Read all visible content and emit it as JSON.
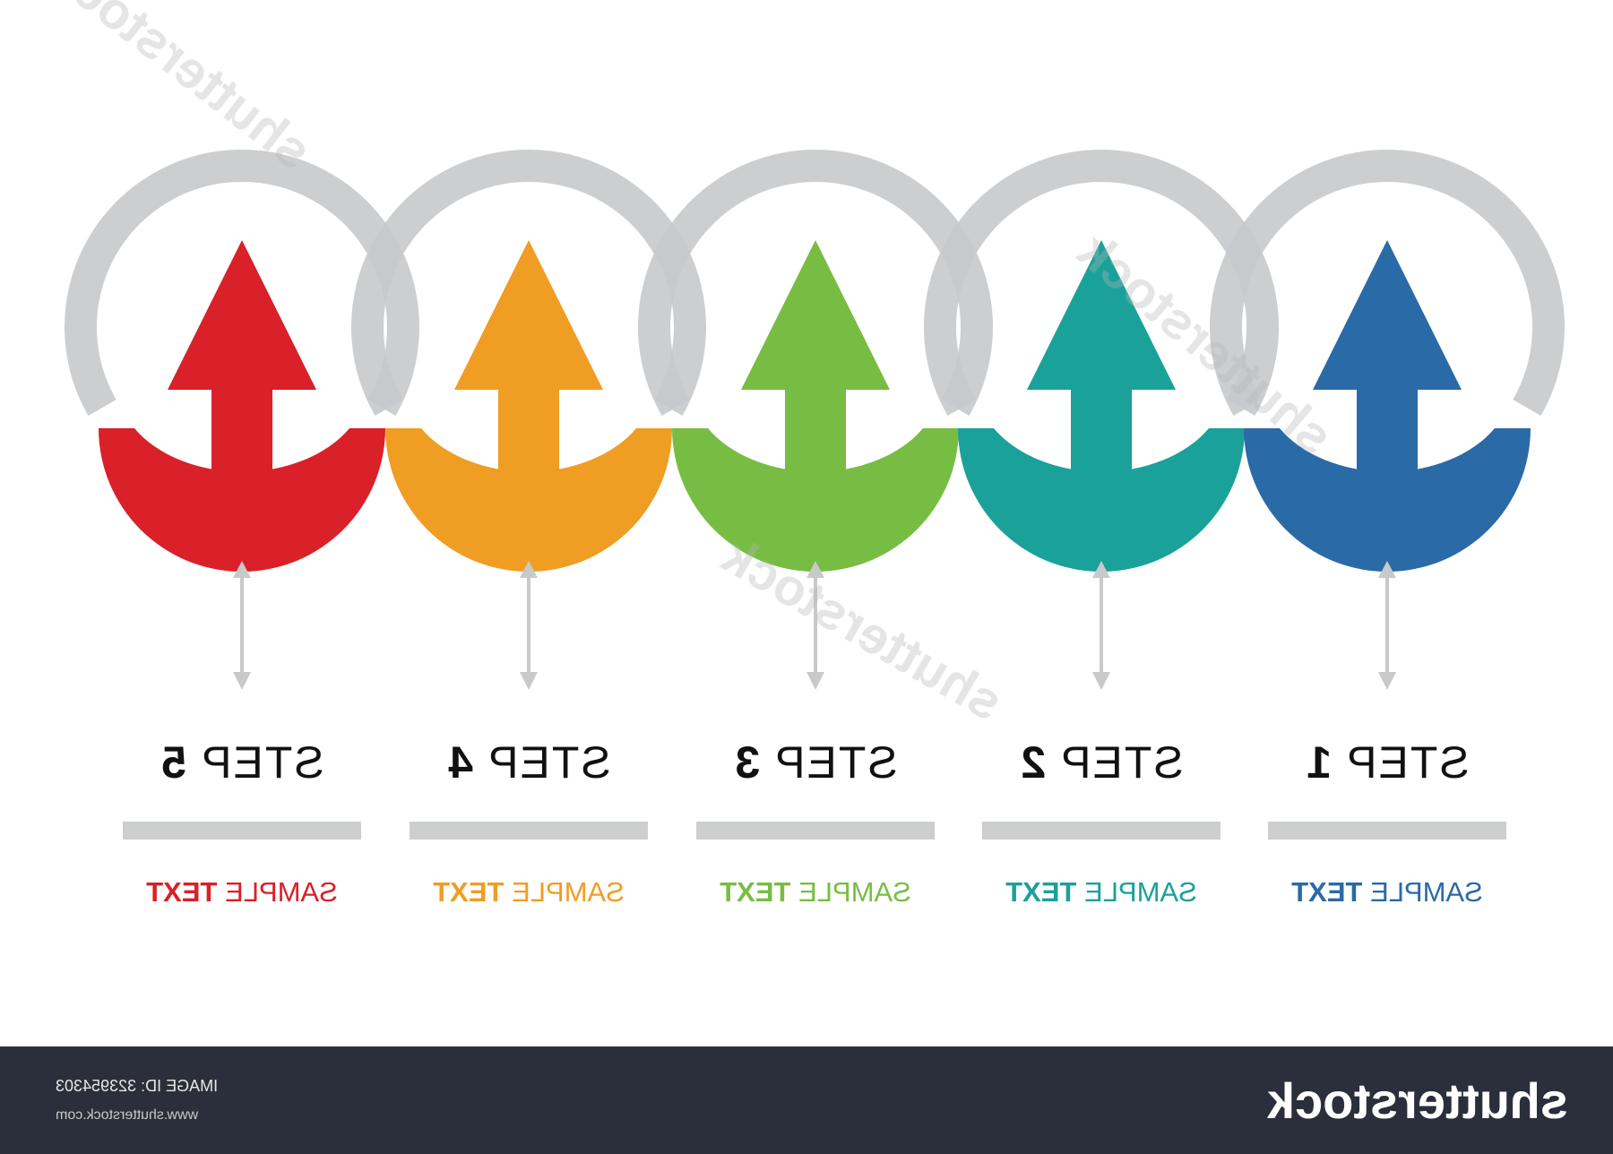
{
  "steps": [
    {
      "title_word": "STEP",
      "number": "1",
      "text_a": "SAMPLE",
      "text_b": "TEXT",
      "color": "#2a6aa7"
    },
    {
      "title_word": "STEP",
      "number": "2",
      "text_a": "SAMPLE",
      "text_b": "TEXT",
      "color": "#1aa19a"
    },
    {
      "title_word": "STEP",
      "number": "3",
      "text_a": "SAMPLE",
      "text_b": "TEXT",
      "color": "#78bd43"
    },
    {
      "title_word": "STEP",
      "number": "4",
      "text_a": "SAMPLE",
      "text_b": "TEXT",
      "color": "#f09d24"
    },
    {
      "title_word": "STEP",
      "number": "5",
      "text_a": "SAMPLE",
      "text_b": "TEXT",
      "color": "#da2028"
    }
  ],
  "ring_color": "#c8c9cb",
  "connector_color": "#c8c9cb",
  "footer": {
    "image_id": "IMAGE ID: 323954303",
    "site_url": "www.shutterstock.com",
    "logo": "shutterstock"
  },
  "watermark": "shutterstock",
  "orientation": "mirrored"
}
